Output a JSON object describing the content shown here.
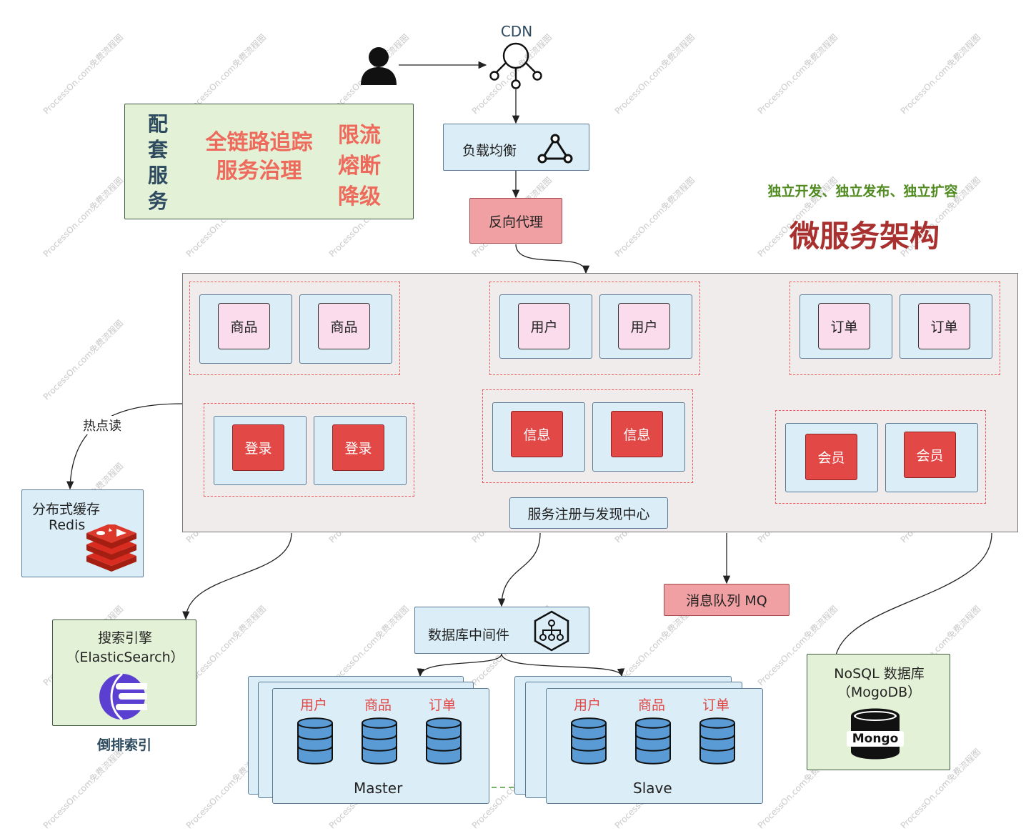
{
  "cdn": {
    "label": "CDN"
  },
  "load_balancer": {
    "label": "负载均衡"
  },
  "reverse_proxy": {
    "label": "反向代理"
  },
  "supporting": {
    "title": "配套服务",
    "title_chars": [
      "配",
      "套",
      "服",
      "务"
    ],
    "tracing_line1": "全链路追踪",
    "tracing_line2": "服务治理",
    "limit_chars": [
      "限流",
      "熔断",
      "降级"
    ]
  },
  "headline": {
    "tagline": "独立开发、独立发布、独立扩容",
    "title": "微服务架构"
  },
  "services": {
    "product": [
      "商品",
      "商品"
    ],
    "user": [
      "用户",
      "用户"
    ],
    "order": [
      "订单",
      "订单"
    ],
    "login": [
      "登录",
      "登录"
    ],
    "info": [
      "信息",
      "信息"
    ],
    "member": [
      "会员",
      "会员"
    ],
    "registry": "服务注册与发现中心"
  },
  "hot_read": "热点读",
  "cache": {
    "line1": "分布式缓存",
    "line2": "Redis"
  },
  "search": {
    "line1": "搜索引擎",
    "line2": "（ElasticSearch）",
    "caption": "倒排索引"
  },
  "mq": {
    "label": "消息队列 MQ"
  },
  "db_middleware": {
    "label": "数据库中间件"
  },
  "master": {
    "tables": [
      "用户",
      "商品",
      "订单"
    ],
    "label": "Master"
  },
  "slave": {
    "tables": [
      "用户",
      "商品",
      "订单"
    ],
    "label": "Slave"
  },
  "nosql": {
    "line1": "NoSQL 数据库",
    "line2": "（MogoDB）",
    "logo_text": "Mongo"
  },
  "watermark": "ProcessOn.com免费流程图",
  "colors": {
    "accent_red": "#e24846",
    "title_red": "#a8302f",
    "green_text": "#4f8a1f",
    "navy": "#2d4a5f"
  }
}
